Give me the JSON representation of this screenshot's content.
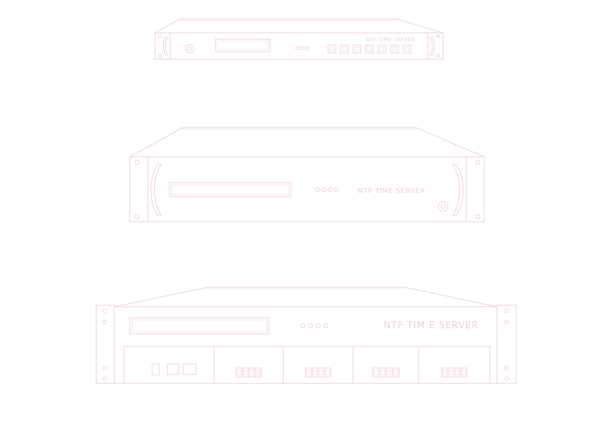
{
  "colors": {
    "line": "#f3cdd6",
    "line_soft": "#f8e2e8",
    "background": "#ffffff"
  },
  "devices": [
    {
      "id": "1u",
      "label": "NTP TIME SERVER",
      "leds": 3,
      "buttons": 7,
      "module_labels": []
    },
    {
      "id": "2u",
      "label": "NTP TIME SERVER",
      "leds": 4,
      "buttons": 0,
      "module_labels": []
    },
    {
      "id": "3u",
      "label": "NTP TIM E SERVER",
      "leds": 4,
      "buttons": 0,
      "module_labels": [
        "",
        "",
        "",
        "",
        ""
      ]
    }
  ]
}
